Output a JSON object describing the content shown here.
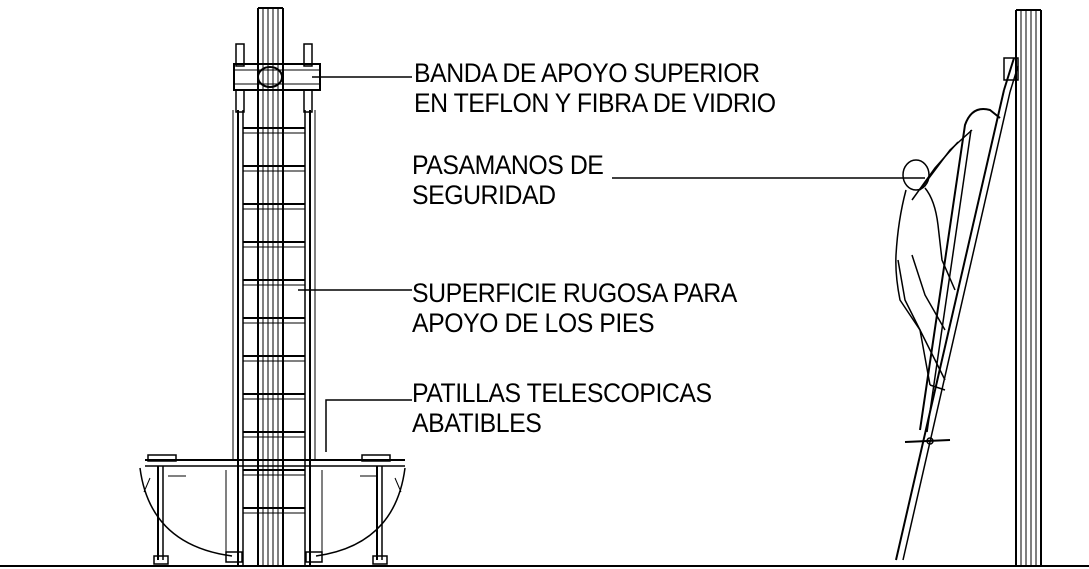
{
  "labels": {
    "band": {
      "line1": "BANDA DE APOYO SUPERIOR",
      "line2": "EN TEFLON Y FIBRA DE VIDRIO"
    },
    "handrail": {
      "line1": "PASAMANOS DE",
      "line2": "SEGURIDAD"
    },
    "surface": {
      "line1": "SUPERFICIE RUGOSA PARA",
      "line2": "APOYO DE LOS PIES"
    },
    "legs": {
      "line1": "PATILLAS TELESCOPICAS",
      "line2": "ABATIBLES"
    }
  },
  "colors": {
    "ink": "#000000",
    "background": "#ffffff"
  }
}
